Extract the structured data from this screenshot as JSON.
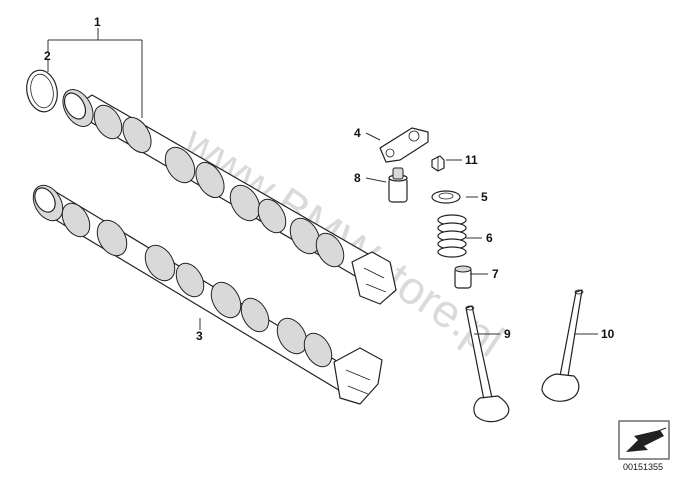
{
  "watermark": "www.BMWstore.pl",
  "document_number": "00151355",
  "callouts": [
    {
      "id": "c1",
      "label": "1",
      "part": "camshaft-intake"
    },
    {
      "id": "c2",
      "label": "2",
      "part": "sealing-ring"
    },
    {
      "id": "c3",
      "label": "3",
      "part": "camshaft-exhaust"
    },
    {
      "id": "c4",
      "label": "4",
      "part": "rocker-arm"
    },
    {
      "id": "c5",
      "label": "5",
      "part": "spring-plate"
    },
    {
      "id": "c6",
      "label": "6",
      "part": "valve-spring"
    },
    {
      "id": "c7",
      "label": "7",
      "part": "valve-stem-seal"
    },
    {
      "id": "c8",
      "label": "8",
      "part": "hydraulic-valve-lifter"
    },
    {
      "id": "c9",
      "label": "9",
      "part": "intake-valve"
    },
    {
      "id": "c10",
      "label": "10",
      "part": "exhaust-valve"
    },
    {
      "id": "c11",
      "label": "11",
      "part": "valve-cotter"
    }
  ]
}
